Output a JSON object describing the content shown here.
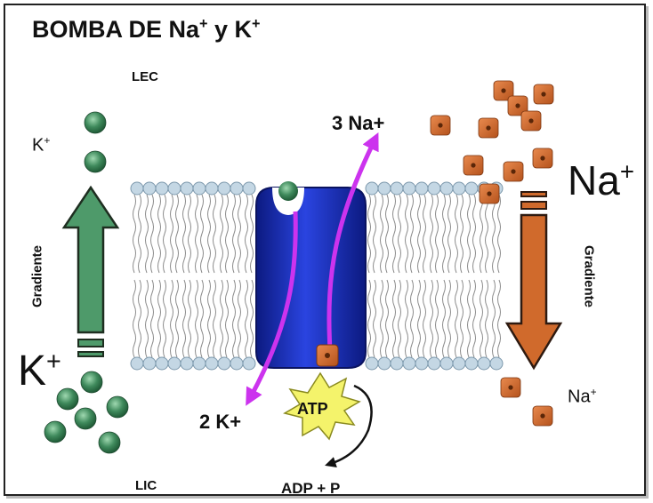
{
  "title": "BOMBA DE Na",
  "title_sup": "+",
  "title_tail": " y K",
  "title_tail_sup": "+",
  "lec": "LEC",
  "lic": "LIC",
  "k_label": "K",
  "k_sup": "+",
  "na_label": "Na",
  "na_sup": "+",
  "na_out": "3 Na+",
  "k_in": "2 K+",
  "atp": "ATP",
  "adp": "ADP + P",
  "gradient_left": "Gradiente",
  "gradient_right": "Gradiente",
  "colors": {
    "potassium": "#3f8a5c",
    "sodium": "#c8622a",
    "pump": "#1a2fc0",
    "transport_arrow": "#cc33ee",
    "atp_star": "#f4f36b",
    "membrane": "#a8c0d2"
  }
}
